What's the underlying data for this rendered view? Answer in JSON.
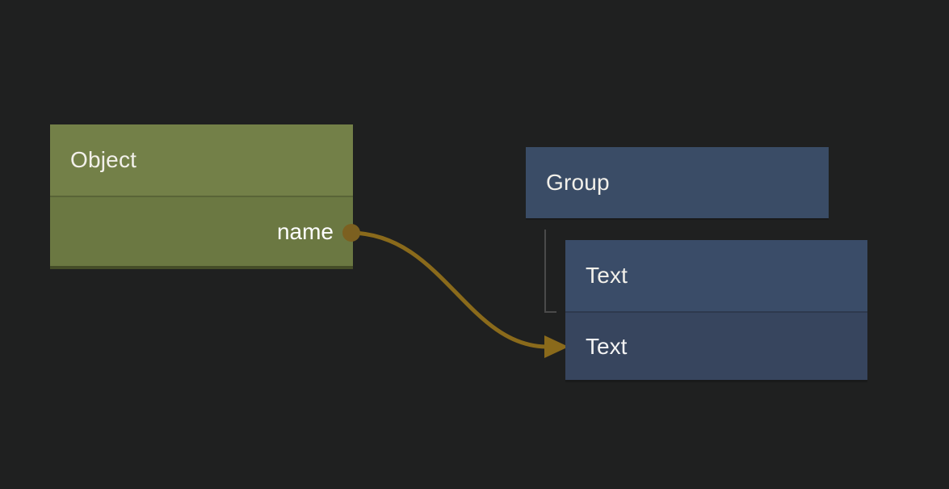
{
  "canvas": {
    "background_color": "#1f2020",
    "wire_color": "#8a6a1b",
    "port_dot_color": "#7c6020",
    "tree_line_color": "#4a4a4a"
  },
  "nodes": {
    "object": {
      "title": "Object",
      "header_color": "#738048",
      "body_color": "#6b7842",
      "output_port": {
        "label": "name"
      }
    },
    "group": {
      "title": "Group",
      "header_color": "#3a4c66"
    },
    "text": {
      "title": "Text",
      "header_color": "#3a4c68",
      "body_color": "#37455e",
      "field": {
        "label": "Text"
      }
    }
  },
  "connection": {
    "from_node": "Object",
    "from_port": "name",
    "to_node": "Text",
    "to_field": "Text"
  }
}
